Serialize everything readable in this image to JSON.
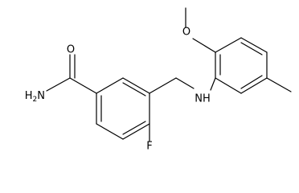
{
  "diagram": {
    "type": "chemical-structure",
    "atom_labels": {
      "oxygen_methoxy": "O",
      "oxygen_amide": "O",
      "amide_nitrogen": "H2N",
      "amine_nitrogen": "NH",
      "fluorine": "F"
    }
  }
}
